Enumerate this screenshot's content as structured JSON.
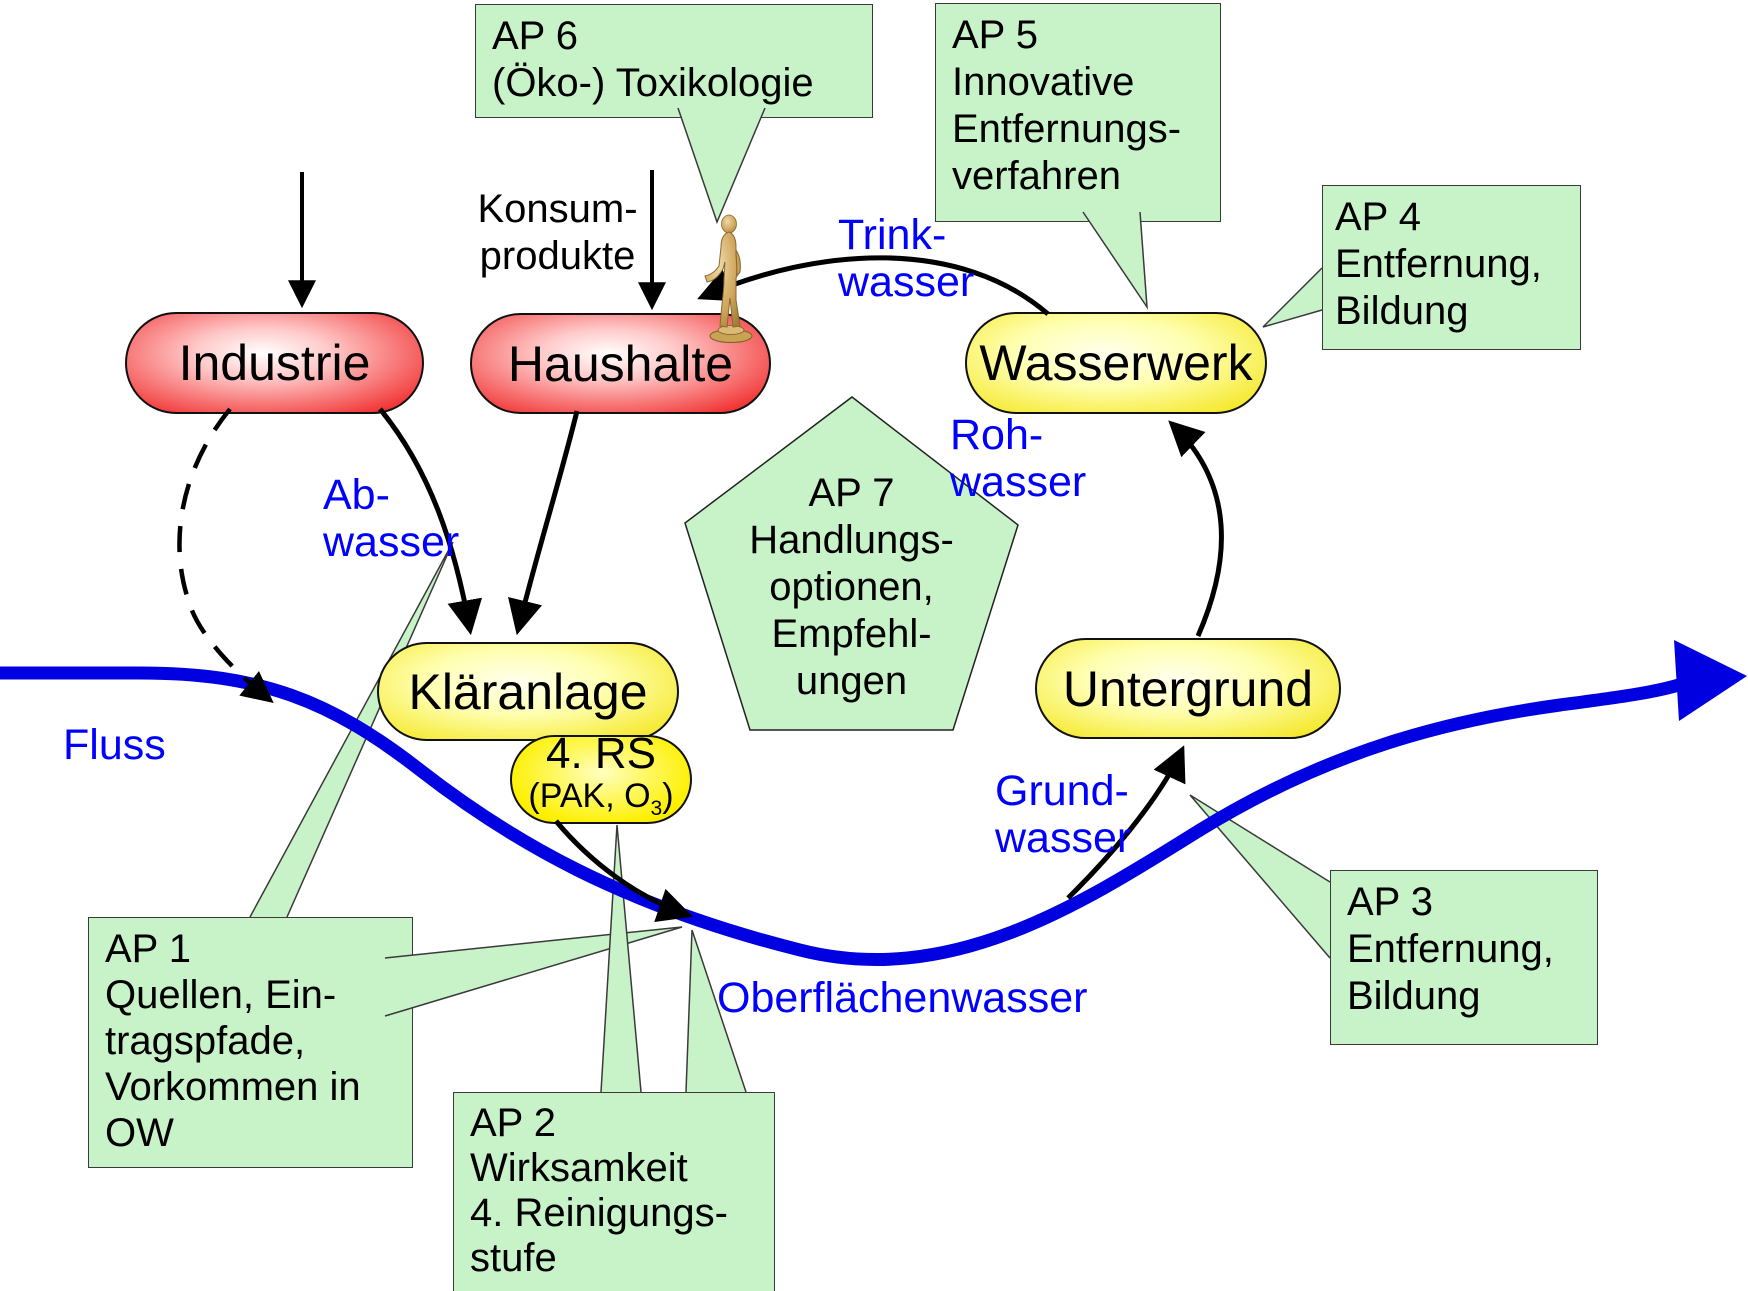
{
  "nodes": {
    "industrie": {
      "label": "Industrie"
    },
    "haushalte": {
      "label": "Haushalte"
    },
    "wasserwerk": {
      "label": "Wasserwerk"
    },
    "klaeranlage": {
      "label": "Kläranlage"
    },
    "vierte_reinigungsstufe": {
      "title": "4. RS",
      "subtitle_pre": "(PAK, O",
      "subtitle_sub": "3",
      "subtitle_post": ")"
    },
    "untergrund": {
      "label": "Untergrund"
    }
  },
  "callouts": {
    "ap1": {
      "lines": [
        "AP 1",
        "Quellen, Ein-",
        "tragspfade,",
        "Vorkommen in",
        "OW"
      ]
    },
    "ap2": {
      "lines": [
        "AP 2",
        "Wirksamkeit",
        "4. Reinigungs-",
        "stufe"
      ]
    },
    "ap3": {
      "lines": [
        "AP 3",
        "Entfernung,",
        "Bildung"
      ]
    },
    "ap4": {
      "lines": [
        "AP 4",
        "Entfernung,",
        "Bildung"
      ]
    },
    "ap5": {
      "lines": [
        "AP 5",
        "Innovative",
        "Entfernungs-",
        "verfahren"
      ]
    },
    "ap6": {
      "lines": [
        "AP 6",
        "(Öko-) Toxikologie"
      ]
    },
    "ap7": {
      "lines": [
        "AP 7",
        "Handlungs-",
        "optionen,",
        "Empfehl-",
        "ungen"
      ]
    }
  },
  "labels": {
    "fluss": "Fluss",
    "abwasser": {
      "line1": "Ab-",
      "line2": "wasser"
    },
    "trinkwasser": {
      "line1": "Trink-",
      "line2": "wasser"
    },
    "rohwasser": {
      "line1": "Roh-",
      "line2": "wasser"
    },
    "grundwasser": {
      "line1": "Grund-",
      "line2": "wasser"
    },
    "oberflaechenwasser": "Oberflächenwasser",
    "konsumprodukte": {
      "line1": "Konsum-",
      "line2": "produkte"
    }
  },
  "colors": {
    "callout_green": "#c8f2c8",
    "node_red": "#ee1111",
    "node_yellow": "#f2e209",
    "river_blue": "#0000e0",
    "label_blue": "#0000ff",
    "arrow_black": "#000000",
    "statue_gold": "#c9a254"
  }
}
